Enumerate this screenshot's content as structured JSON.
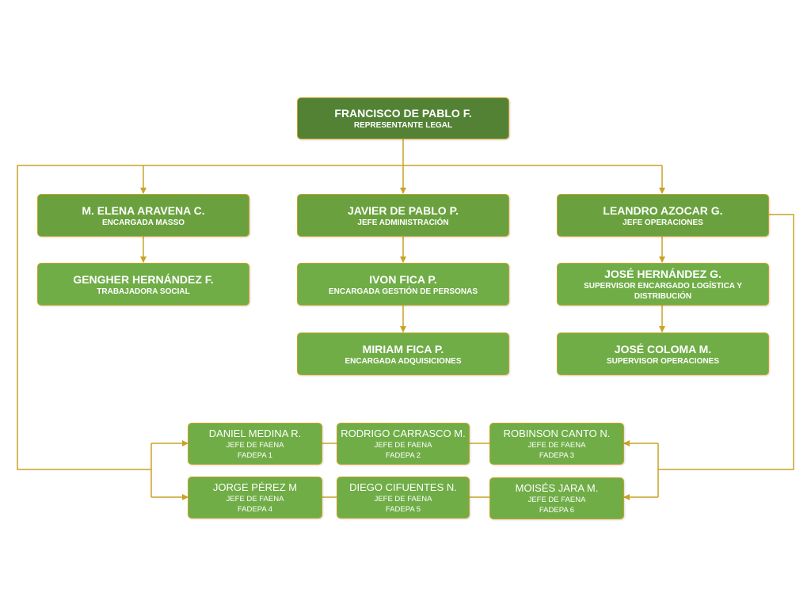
{
  "connector_color": "#c9a227",
  "colors": {
    "dark": "#548235",
    "mid": "#6aa13e",
    "light": "#70ad47"
  },
  "top": {
    "name": "FRANCISCO DE PABLO F.",
    "role": "REPRESENTANTE LEGAL"
  },
  "managers": [
    {
      "name": "M. ELENA ARAVENA C.",
      "role": "ENCARGADA MASSO"
    },
    {
      "name": "JAVIER DE PABLO P.",
      "role": "JEFE ADMINISTRACIÓN"
    },
    {
      "name": "LEANDRO AZOCAR G.",
      "role": "JEFE OPERACIONES"
    }
  ],
  "staff": [
    {
      "name": "GENGHER HERNÁNDEZ F.",
      "role": "TRABAJADORA SOCIAL"
    },
    {
      "name": "IVON FICA P.",
      "role": "ENCARGADA GESTIÓN DE PERSONAS"
    },
    {
      "name": "MIRIAM FICA P.",
      "role": "ENCARGADA ADQUISICIONES"
    },
    {
      "name": "JOSÉ HERNÁNDEZ G.",
      "role": "SUPERVISOR ENCARGADO LOGÍSTICA Y DISTRIBUCIÓN"
    },
    {
      "name": "JOSÉ COLOMA M.",
      "role": "SUPERVISOR OPERACIONES"
    }
  ],
  "foremen": [
    {
      "name": "DANIEL MEDINA R.",
      "role": "JEFE DE FAENA",
      "unit": "FADEPA 1"
    },
    {
      "name": "RODRIGO CARRASCO M.",
      "role": "JEFE DE FAENA",
      "unit": "FADEPA 2"
    },
    {
      "name": "ROBINSON CANTO N.",
      "role": "JEFE DE FAENA",
      "unit": "FADEPA 3"
    },
    {
      "name": "JORGE PÉREZ M",
      "role": "JEFE DE FAENA",
      "unit": "FADEPA 4"
    },
    {
      "name": "DIEGO CIFUENTES N.",
      "role": "JEFE DE FAENA",
      "unit": "FADEPA 5"
    },
    {
      "name": "MOISÉS JARA M.",
      "role": "JEFE DE FAENA",
      "unit": "FADEPA 6"
    }
  ]
}
